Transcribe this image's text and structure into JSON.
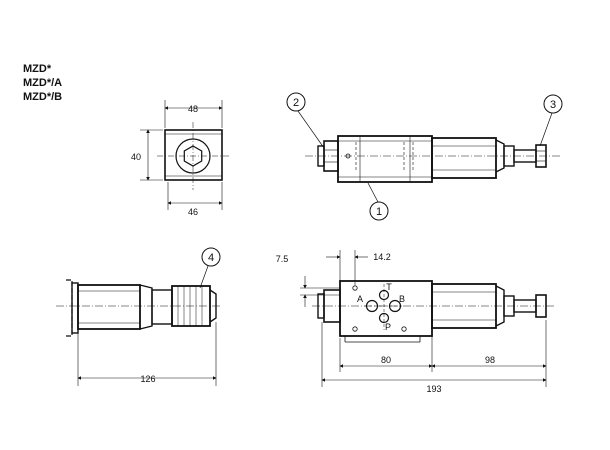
{
  "models": [
    "MZD*",
    "MZD*/A",
    "MZD*/B"
  ],
  "dimensions": {
    "front_width_top": "48",
    "front_height": "40",
    "front_width_bottom": "46",
    "knob_length": "126",
    "offset_7_5": "7.5",
    "offset_14_2": "14.2",
    "body_80": "80",
    "cap_98": "98",
    "overall_193": "193"
  },
  "balloons": {
    "b1": "1",
    "b2": "2",
    "b3": "3",
    "b4": "4"
  },
  "ports": {
    "A": "A",
    "B": "B",
    "T": "T",
    "P": "P"
  }
}
